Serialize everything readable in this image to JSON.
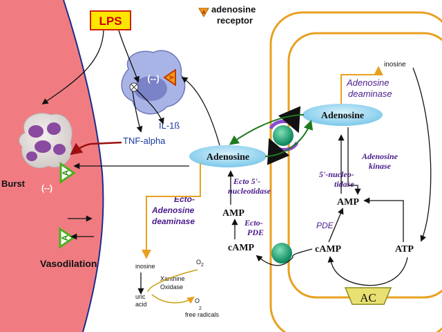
{
  "labels": {
    "lps": "LPS",
    "legend_line1": "adenosine",
    "legend_line2": "receptor",
    "il1b": "IL-1ß",
    "tnf": "TNF-alpha",
    "burst": "Burst",
    "minus": "(--)",
    "vasodilation": "Vasodilation",
    "adenosine_left": "Adenosine",
    "adenosine_right": "Adenosine",
    "inosine_top": "inosine",
    "adenosine_deaminase_l1": "Adenosine",
    "adenosine_deaminase_l2": "deaminase",
    "adenosine_kinase_l1": "Adenosine",
    "adenosine_kinase_l2": "kinase",
    "nucleotidase_in_l1": "5'-nucleo-",
    "nucleotidase_in_l2": "tidase",
    "ecto_nuc_l1": "Ecto 5'-",
    "ecto_nuc_l2": "nucleotidase",
    "ecto_ada_l1": "Ecto-",
    "ecto_ada_l2": "Adenosine",
    "ecto_ada_l3": "deaminase",
    "amp_left": "AMP",
    "amp_right": "AMP",
    "ecto_pde_l1": "Ecto-",
    "ecto_pde_l2": "PDE",
    "pde": "PDE",
    "camp_left": "cAMP",
    "camp_right": "cAMP",
    "atp": "ATP",
    "ac": "AC",
    "receptor_letter": "A",
    "inosine_bottom": "inosine",
    "o2_top": "O",
    "o2_top_sub": "2",
    "xanthine_l1": "Xanthine",
    "xanthine_l2": "Oxidase",
    "uric_l1": "uric",
    "uric_l2": "acid",
    "o2_bottom": "O",
    "o2_bottom_sub": "2",
    "free_radicals": "free radicals"
  },
  "colors": {
    "endothelium_fill": "#f07c82",
    "endothelium_border": "#1a2a8c",
    "lps_box": "#ffe600",
    "lps_border": "#cc2200",
    "lps_text": "#cc0000",
    "receptor_orange": "#f29a1a",
    "receptor_green": "#4caf20",
    "adenosine_fill": "#8fd4f0",
    "membrane": "#e8a020",
    "enzyme_text": "#4a1a8c",
    "green_arrow": "#1f7a1f",
    "red_arrow": "#9c1010",
    "transporter": "#1aa77a",
    "ac_fill": "#e8e070"
  }
}
